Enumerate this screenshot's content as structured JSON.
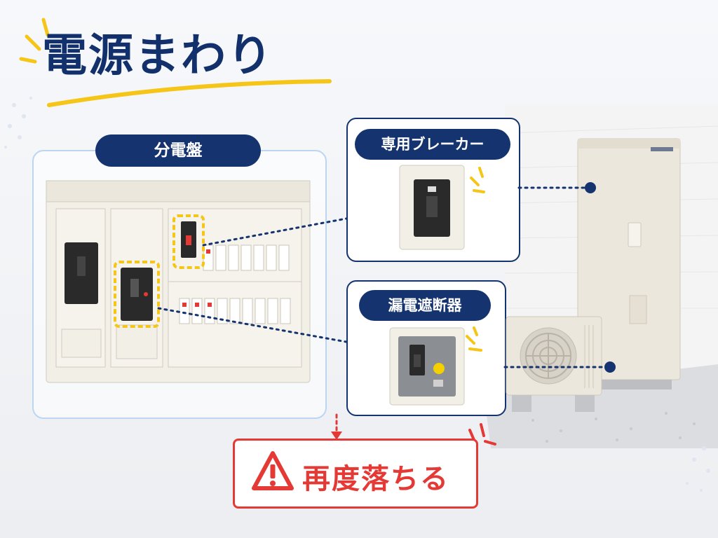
{
  "title": "電源まわり",
  "labels": {
    "distribution_board": "分電盤",
    "dedicated_breaker": "専用ブレーカー",
    "earth_leakage_breaker": "漏電遮断器"
  },
  "warning": {
    "text": "再度落ちる",
    "icon": "warning-triangle-icon"
  },
  "colors": {
    "navy": "#14336f",
    "highlight_yellow": "#f5c518",
    "warning_red": "#e53935",
    "panel_border": "#bcd6f2"
  }
}
